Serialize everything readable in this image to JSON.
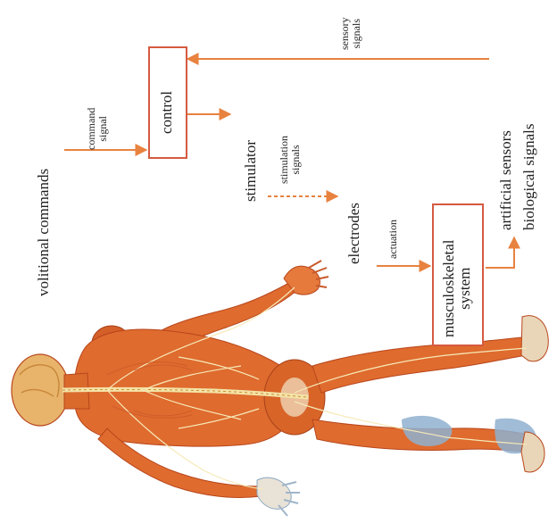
{
  "labels": {
    "volitional_commands": "volitional commands",
    "command_signal": [
      "command",
      "signal"
    ],
    "control": "control",
    "sensory_signals": [
      "sensory",
      "signals"
    ],
    "stimulator": "stimulator",
    "stimulation_signals": [
      "stimulation",
      "signals"
    ],
    "electrodes": "electrodes",
    "actuation": "actuation",
    "musculoskeletal_system": [
      "musculoskeletal",
      "system"
    ],
    "artificial_sensors": "artificial sensors",
    "biological_signals": "biological signals"
  },
  "colors": {
    "arrow": "#e8823f",
    "box_border": "#d55a40",
    "muscle": "#e06a2c",
    "muscle_dark": "#b8461c",
    "bone": "#f2e6c9",
    "nerve": "#f6e9b8",
    "blue": "#7fa6c9"
  }
}
